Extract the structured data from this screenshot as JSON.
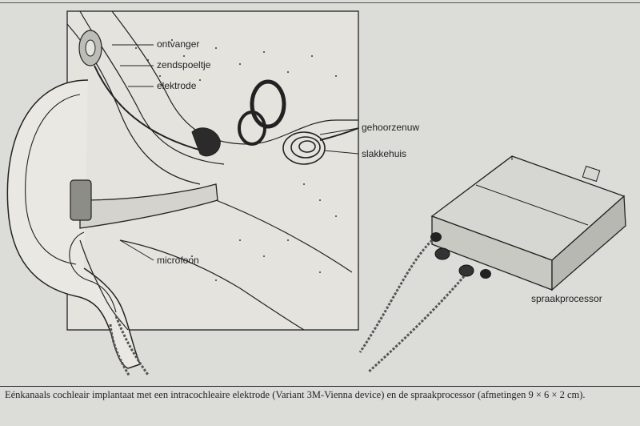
{
  "labels": {
    "ontvanger": "ontvanger",
    "zendspoeltje": "zendspoeltje",
    "elektrode": "elektrode",
    "gehoorzenuw": "gehoorzenuw",
    "slakkehuis": "slakkehuis",
    "microfoon": "microfoon",
    "spraakprocessor": "spraakprocessor"
  },
  "caption": "Eénkanaals cochleair implantaat met een intracochleaire elektrode (Variant 3M-Vienna device) en de spraakprocessor (afmetingen 9 × 6 × 2 cm).",
  "colors": {
    "background": "#dcdcd8",
    "line": "#222222",
    "device_body": "#c9c9c4",
    "device_top": "#d6d6d2"
  }
}
